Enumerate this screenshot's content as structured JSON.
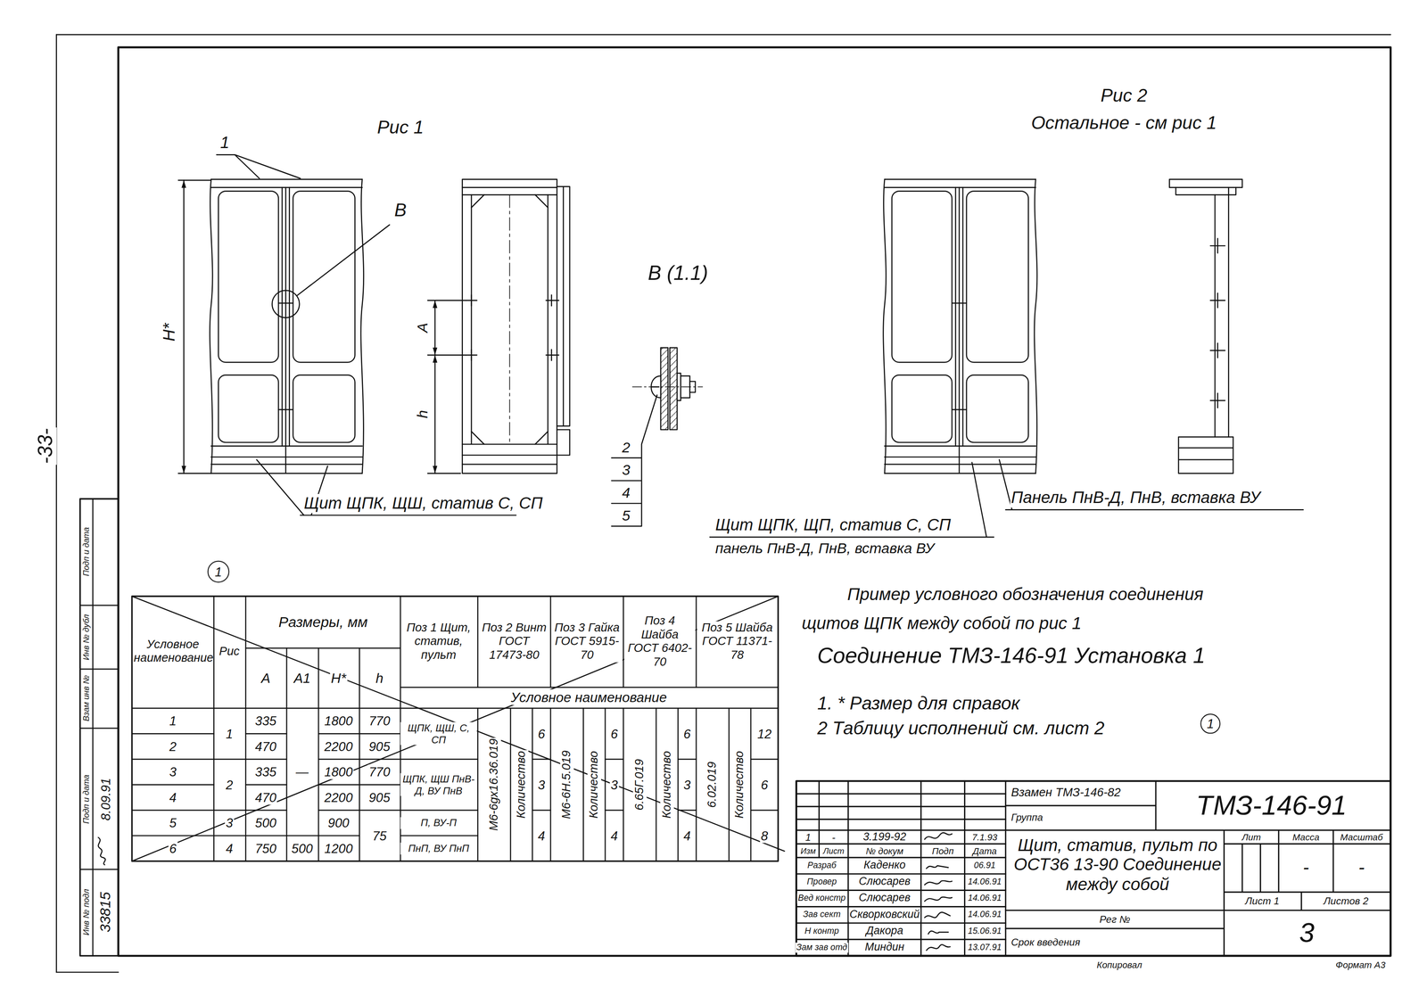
{
  "diagram": {
    "nodes": [
      {
        "text": [
          "1"
        ]
      },
      {
        "text": [
          "1"
        ]
      }
    ],
    "labels": [
      "-33-",
      "Рис 1",
      "1",
      "В",
      "Н*",
      "А",
      "h",
      "В (1.1)",
      "2",
      "3",
      "4",
      "5",
      "Щит ЩПК, ЩШ, статив С, СП",
      "Рис 2",
      "Остальное - см рис 1",
      "Щит ЩПК, ЩП, статив С, СП",
      "панель ПнВ-Д, ПнВ, вставка ВУ",
      "Панель ПнВ-Д, ПнВ, вставка ВУ",
      "Пример условного обозначения соединения щитов ЩПК между собой по рис 1",
      "Соединение ТМЗ-146-91 Установка 1",
      "1. * Размер для справок",
      "2 Таблицу исполнений см. лист 2",
      "Условное наименование",
      "Рис",
      "Размеры, мм",
      "А",
      "А1",
      "Н*",
      "h",
      "Поз 1 Щит, статив, пульт",
      "Поз 2 Винт ГОСТ 17473-80",
      "Поз 3 Гайка ГОСТ 5915-70",
      "Поз 4 Шайба ГОСТ 6402-70",
      "Поз 5 Шайба ГОСТ 11371-78",
      "Условное наименование",
      "1",
      "1",
      "335",
      "1800",
      "770",
      "ЩПК, ЩШ, С, СП",
      "2",
      "470",
      "2200",
      "905",
      "3",
      "2",
      "—",
      "335",
      "1800",
      "770",
      "ЩПК, ЩШ ПнВ-Д, ВУ ПнВ",
      "4",
      "470",
      "2200",
      "905",
      "5",
      "3",
      "500",
      "900",
      "75",
      "П, ВУ-П",
      "6",
      "4",
      "750",
      "500",
      "1200",
      "ПнП, ВУ ПнП",
      "М6-6gx16.36.019",
      "Количество",
      "6",
      "3",
      "4",
      "М6-6Н.5.019",
      "Количество",
      "6",
      "3",
      "4",
      "6.65Г.019",
      "Количество",
      "6",
      "3",
      "4",
      "6.02.019",
      "Количество",
      "12",
      "6",
      "8",
      "1",
      "-",
      "3.199-92",
      "7.1.93",
      "Изм",
      "Лист",
      "№ докум",
      "Подп",
      "Дата",
      "Разраб",
      "Каденко",
      "06.91",
      "Провер",
      "Слюсарев",
      "14.06.91",
      "Вед констр",
      "Слюсарев",
      "14.06.91",
      "Зав сект",
      "Скворковский",
      "14.06.91",
      "Н контр",
      "Дакора",
      "15.06.91",
      "Зам зав отд",
      "Миндин",
      "13.07.91",
      "Взамен ТМЗ-146-82",
      "Группа",
      "ТМЗ-146-91",
      "Щит, статив, пульт по ОСТ36 13-90 Соединение между собой",
      "Лит",
      "Масса",
      "Масштаб",
      "-",
      "-",
      "Лист 1",
      "Листов 2",
      "Рег №",
      "Срок введения",
      "3",
      "Копировал",
      "Формат А3",
      "Подп и дата",
      "Инв № дубл",
      "Взам инв №",
      "Подп и дата",
      "Инв № подл",
      "8.09.91",
      "33815"
    ]
  }
}
